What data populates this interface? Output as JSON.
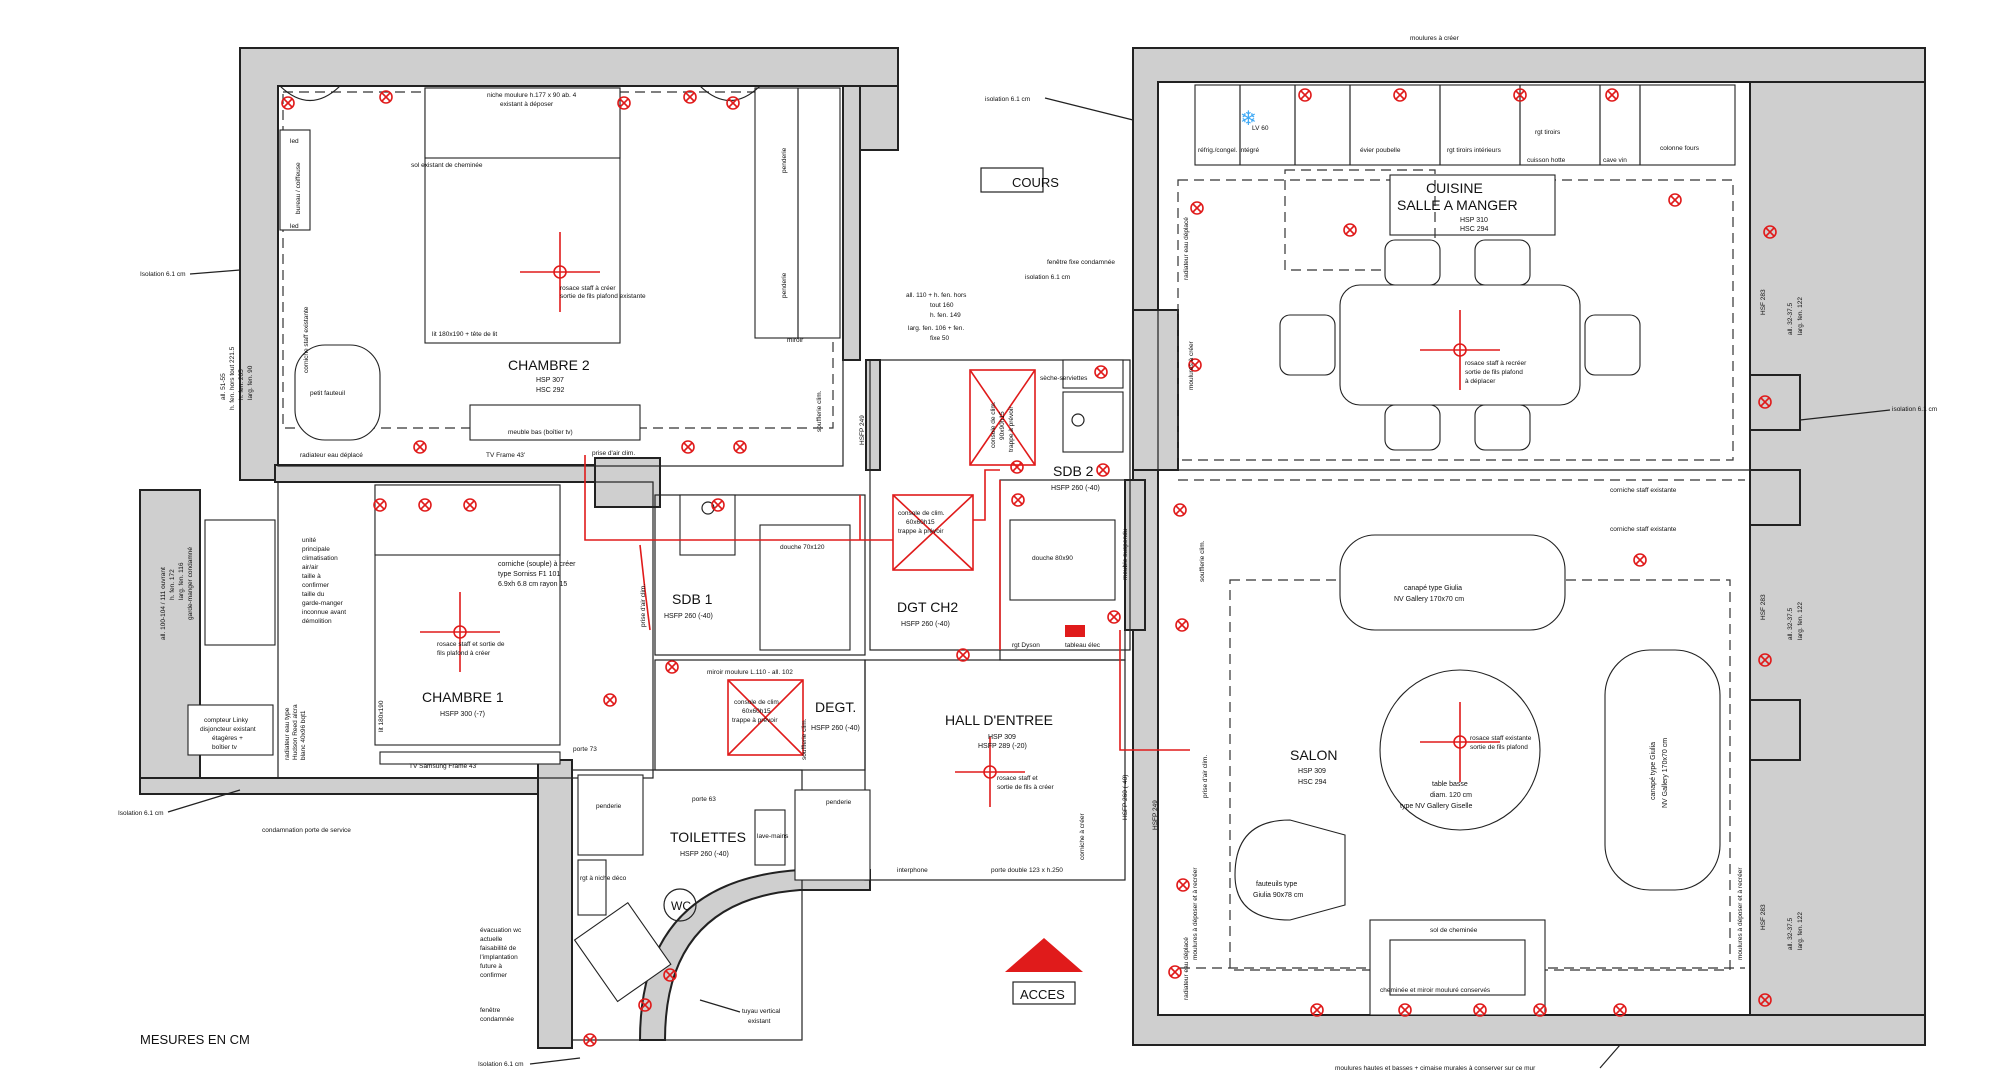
{
  "title": "MESURES EN CM",
  "rooms": {
    "chambre2": {
      "name": "CHAMBRE 2",
      "h1": "HSP 307",
      "h2": "HSC 292"
    },
    "chambre1": {
      "name": "CHAMBRE 1",
      "h1": "HSFP 300 (-7)"
    },
    "sdb1": {
      "name": "SDB 1",
      "h1": "HSFP 260 (-40)"
    },
    "sdb2": {
      "name": "SDB 2",
      "h1": "HSFP 260 (-40)"
    },
    "dgtch2": {
      "name": "DGT CH2",
      "h1": "HSFP 260 (-40)"
    },
    "degt": {
      "name": "DEGT.",
      "h1": "HSFP 260 (-40)"
    },
    "toilettes": {
      "name": "TOILETTES",
      "h1": "HSFP 260 (-40)"
    },
    "hall": {
      "name": "HALL D'ENTREE",
      "h1": "HSP 309",
      "h2": "HSFP 289 (-20)"
    },
    "cuisine": {
      "name": "CUISINE",
      "name2": "SALLE A MANGER",
      "h1": "HSP 310",
      "h2": "HSC 294"
    },
    "salon": {
      "name": "SALON",
      "h1": "HSP 309",
      "h2": "HSC 294"
    }
  },
  "tags": {
    "cours": "COURS",
    "acces": "ACCES",
    "wc": "WC"
  },
  "notes": {
    "moulures_creer": "moulures à créer",
    "isolation": "isolation 6.1 cm",
    "isolation_cap": "Isolation 6.1 cm",
    "moulures_bas": "moulures hautes et basses + cimaise murales à conserver sur ce mur",
    "condamnation": "condamnation porte de service",
    "tuyau1": "tuyau vertical",
    "tuyau2": "existant",
    "fenetre_fixe": "fenêtre fixe condamnée",
    "all110_1": "all. 110 + h. fen. hors",
    "all110_2": "tout 160",
    "all110_3": "h. fen. 149",
    "all110_4": "larg. fen. 106 + fen.",
    "all110_5": "fixe 50",
    "seche": "sèche-serviettes",
    "rosace_c2_1": "rosace staff à créer",
    "rosace_c2_2": "sortie de fils plafond existante",
    "rosace_c1_1": "rosace staff et sortie de",
    "rosace_c1_2": "fils plafond à créer",
    "rosace_cuis_1": "rosace staff à recréer",
    "rosace_cuis_2": "sortie de fils plafond",
    "rosace_cuis_3": "à déplacer",
    "rosace_hall_1": "rosace staff et",
    "rosace_hall_2": "sortie de fils à créer",
    "rosace_salon_1": "rosace staff existante",
    "rosace_salon_2": "sortie de fils plafond",
    "lit_c2": "lit 180x190 + tête de lit",
    "petit_fauteuil": "petit fauteuil",
    "meuble_bas": "meuble bas (boîtier tv)",
    "tv_frame": "TV Frame 43'",
    "prise_clim": "prise d'air clim.",
    "radiateur_c2": "radiateur eau déplacé",
    "sol_chemine": "sol existant de cheminée",
    "corniche_c2": "corniche staff existante",
    "corniche_souple_1": "corniche (souple) à créer",
    "corniche_souple_2": "type Sorniss F1 101",
    "corniche_souple_3": "6.9xh 6.8 cm rayon 15",
    "unite_1": "unité",
    "unite_2": "principale",
    "unite_3": "climatisation",
    "unite_4": "air/air",
    "unite_5": "taille à",
    "unite_6": "confirmer",
    "unite_7": "taille du",
    "unite_8": "garde-manger",
    "unite_9": "inconnue avant",
    "unite_10": "démolition",
    "compteur_1": "compteur Linky",
    "compteur_2": "disjoncteur existant",
    "compteur_3": "étagères +",
    "compteur_4": "boîtier tv",
    "tv_samsung": "TV Samsung Frame 43'",
    "lit_c1": "lit 180x190",
    "console1_1": "console de clim.",
    "console1_2": "60x60h15",
    "console1_3": "trappe à prévoir",
    "console2_1": "console de clim",
    "console2_2": "60x60h15",
    "console2_3": "trappe à prévoir",
    "console3_1": "console de clim.",
    "console3_2": "90x90h15",
    "console3_3": "trappe à prévoir",
    "douche1": "douche 70x120",
    "douche2": "douche 80x90",
    "miroir": "miroir moulure L.110 - all. 102",
    "porte63": "porte 63",
    "porte73": "porte 73",
    "porte_double": "porte double 123 x h.250",
    "interphone": "interphone",
    "rgt_dyson": "rgt Dyson",
    "tableau": "tableau élec",
    "soufflerie1": "soufflerie clim.",
    "soufflerie2": "soufflerie clim.",
    "soufflerie3": "soufflerie clim.",
    "prise_clim2": "prise d'air clim.",
    "prise_clim3": "prise d'air clim.",
    "evac_1": "évacuation wc",
    "evac_2": "actuelle",
    "evac_3": "faisabilité de",
    "evac_4": "l'implantation",
    "evac_5": "future à",
    "evac_6": "confirmer",
    "fenetre_cond_1": "fenêtre",
    "fenetre_cond_2": "condamnée",
    "rgt_niche": "rgt à niche déco",
    "lave_mains": "lave-mains",
    "penderie": "penderie",
    "refrig": "réfrig./congel. intégré",
    "lv": "LV 60",
    "evier": "évier poubelle",
    "rgt_tiroirs": "rgt tiroirs intérieurs",
    "cuisson": "cuisson hotte",
    "cave": "cave vin",
    "colonne": "colonne fours",
    "rgt_tiroirs2": "rgt tiroirs",
    "canape1_1": "canapé type Giulia",
    "canape1_2": "NV Gallery 170x70 cm",
    "canape2_1": "canapé type Giulia",
    "canape2_2": "NV Gallery 170x70 cm",
    "table_basse_1": "table basse",
    "table_basse_2": "diam. 120 cm",
    "table_basse_3": "type NV Gallery Giselle",
    "fauteuils_1": "fauteuils type",
    "fauteuils_2": "Giulia 90x78 cm",
    "chemine_salon": "cheminée et miroir mouluré conservés",
    "sol_chemine2": "sol de cheminée",
    "corniche_salon": "corniche staff existante",
    "corniche_salon2": "corniche staff existante",
    "moulures_salon": "moulures à déposer et à recréer",
    "moulures_cuis": "moulures à créer",
    "moulures_salon2": "moulures à déposer et à recréer",
    "radiateur_cuis": "radiateur eau déplacé",
    "radiateur_salon": "radiateur eau déplacé",
    "all_left_1": "all. 51-55",
    "all_left_2": "h. fen. hors tout 221.5",
    "all_left_3": "h. fen. 205",
    "all_left_4": "larg. fen. 90",
    "all_left2_1": "all. 100-104 / 111 ouvrant",
    "all_left2_2": "h. fen. 172",
    "all_left2_3": "larg. fen. 116",
    "all_left2_4": "garde-manger condamné",
    "all_r1": "all. 32-37.5",
    "all_r1b": "larg. fen. 122",
    "all_r2": "all. 32-37.5",
    "all_r2b": "larg. fen. 122",
    "all_r3": "all. 32-37.5",
    "all_r3b": "larg. fen. 122",
    "hsf283a": "HSF 283",
    "hsf283b": "HSF 283",
    "hsf283c": "HSF 283",
    "hsfp249a": "HSFP 249",
    "hsfp249b": "HSFP 249",
    "hsfp260": "HSFP 260 (-40)",
    "radiateur_c1_1": "radiateur eau type",
    "radiateur_c1_2": "Hudson Reed alcra",
    "radiateur_c1_3": "blanc 40x96 bqt1",
    "miroir_mid": "miroir",
    "bureau": "bureau / coiffeuse",
    "cheminee_c2": "niche moulure h.177 x 90 ab. 4",
    "cheminee_c2b": "existant à déposer",
    "led1": "led",
    "led2": "led",
    "meuble_suspendu": "meuble suspendu",
    "corniche_hall": "corniche à créer"
  },
  "colors": {
    "accent": "#e01b1b",
    "wall": "#cfcfcf",
    "line": "#222222",
    "ice": "#3fa9f5"
  }
}
